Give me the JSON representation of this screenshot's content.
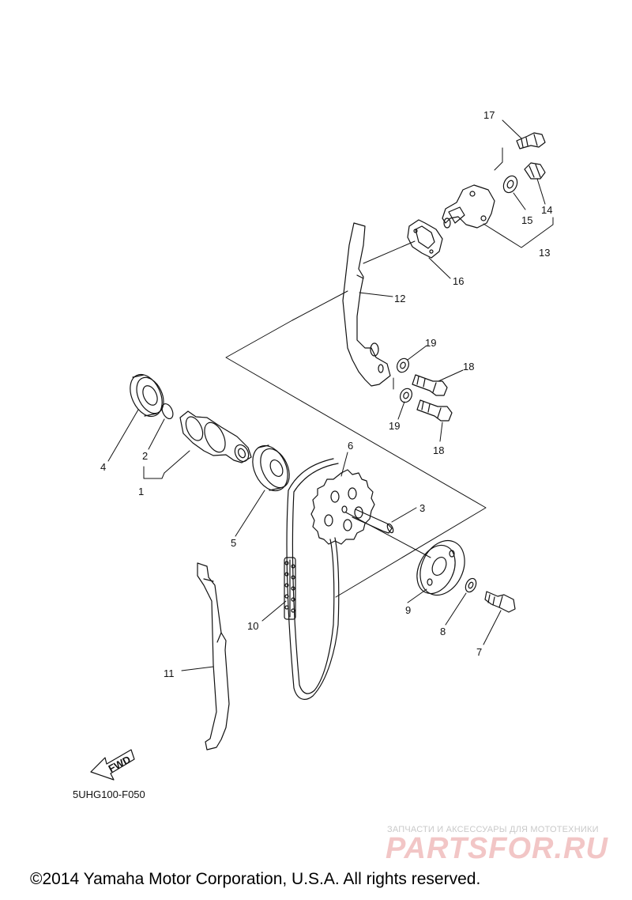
{
  "diagram_code": "5UHG100-F050",
  "fwd_label": "FWD",
  "watermark": {
    "tagline": "ЗАПЧАСТИ И АКСЕССУАРЫ ДЛЯ МОТОТЕХНИКИ",
    "brand": "PARTSFOR.RU"
  },
  "copyright": "©2014 Yamaha Motor Corporation, U.S.A. All rights reserved.",
  "callouts": {
    "c1": "1",
    "c2": "2",
    "c3": "3",
    "c4": "4",
    "c5": "5",
    "c6": "6",
    "c7": "7",
    "c8": "8",
    "c9": "9",
    "c10": "10",
    "c11": "11",
    "c12": "12",
    "c13": "13",
    "c14": "14",
    "c15": "15",
    "c16": "16",
    "c17": "17",
    "c18a": "18",
    "c18b": "18",
    "c19a": "19",
    "c19b": "19"
  }
}
